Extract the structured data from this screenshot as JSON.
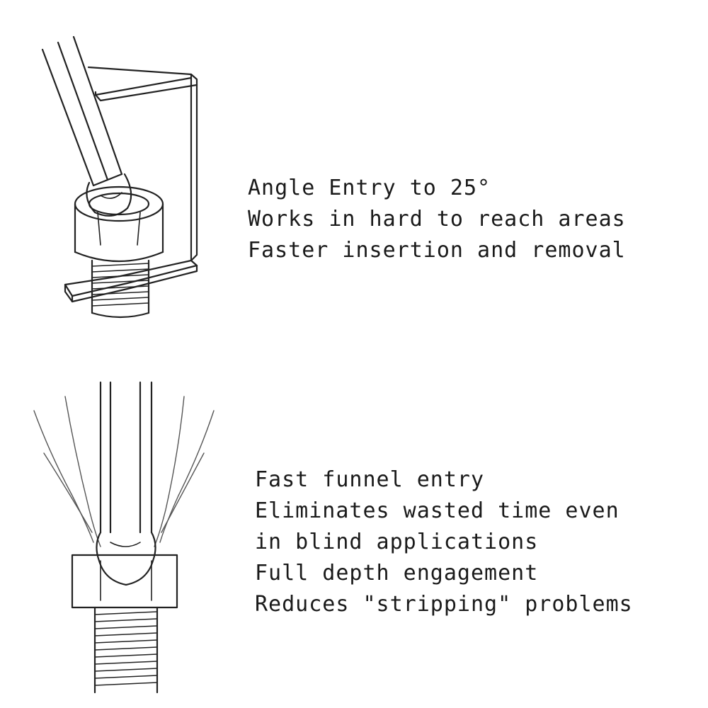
{
  "features": [
    {
      "illustration": "hex-key-angled-entry-illustration",
      "lines": [
        "Angle Entry to 25°",
        "Works in hard to reach areas",
        "Faster insertion and removal"
      ]
    },
    {
      "illustration": "hex-key-funnel-entry-illustration",
      "lines": [
        "Fast funnel entry",
        "Eliminates wasted time even",
        "in blind applications",
        "Full depth engagement",
        "Reduces \"stripping\" problems"
      ]
    }
  ],
  "colors": {
    "ink": "#1a1a1a",
    "background": "#ffffff"
  }
}
